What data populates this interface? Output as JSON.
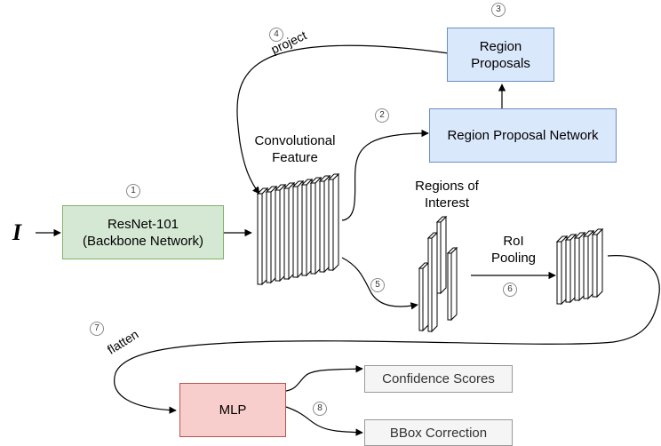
{
  "input_symbol": "I",
  "boxes": {
    "backbone": "ResNet-101\n(Backbone Network)",
    "rpn": "Region Proposal Network",
    "proposals": "Region\nProposals",
    "mlp": "MLP",
    "confidence": "Confidence Scores",
    "bbox": "BBox Correction"
  },
  "labels": {
    "conv_feature": "Convolutional\nFeature",
    "regions_of_interest": "Regions of\nInterest",
    "roi_pooling": "RoI\nPooling",
    "project": "project",
    "flatten": "flatten"
  },
  "steps": [
    "1",
    "2",
    "3",
    "4",
    "5",
    "6",
    "7",
    "8"
  ]
}
